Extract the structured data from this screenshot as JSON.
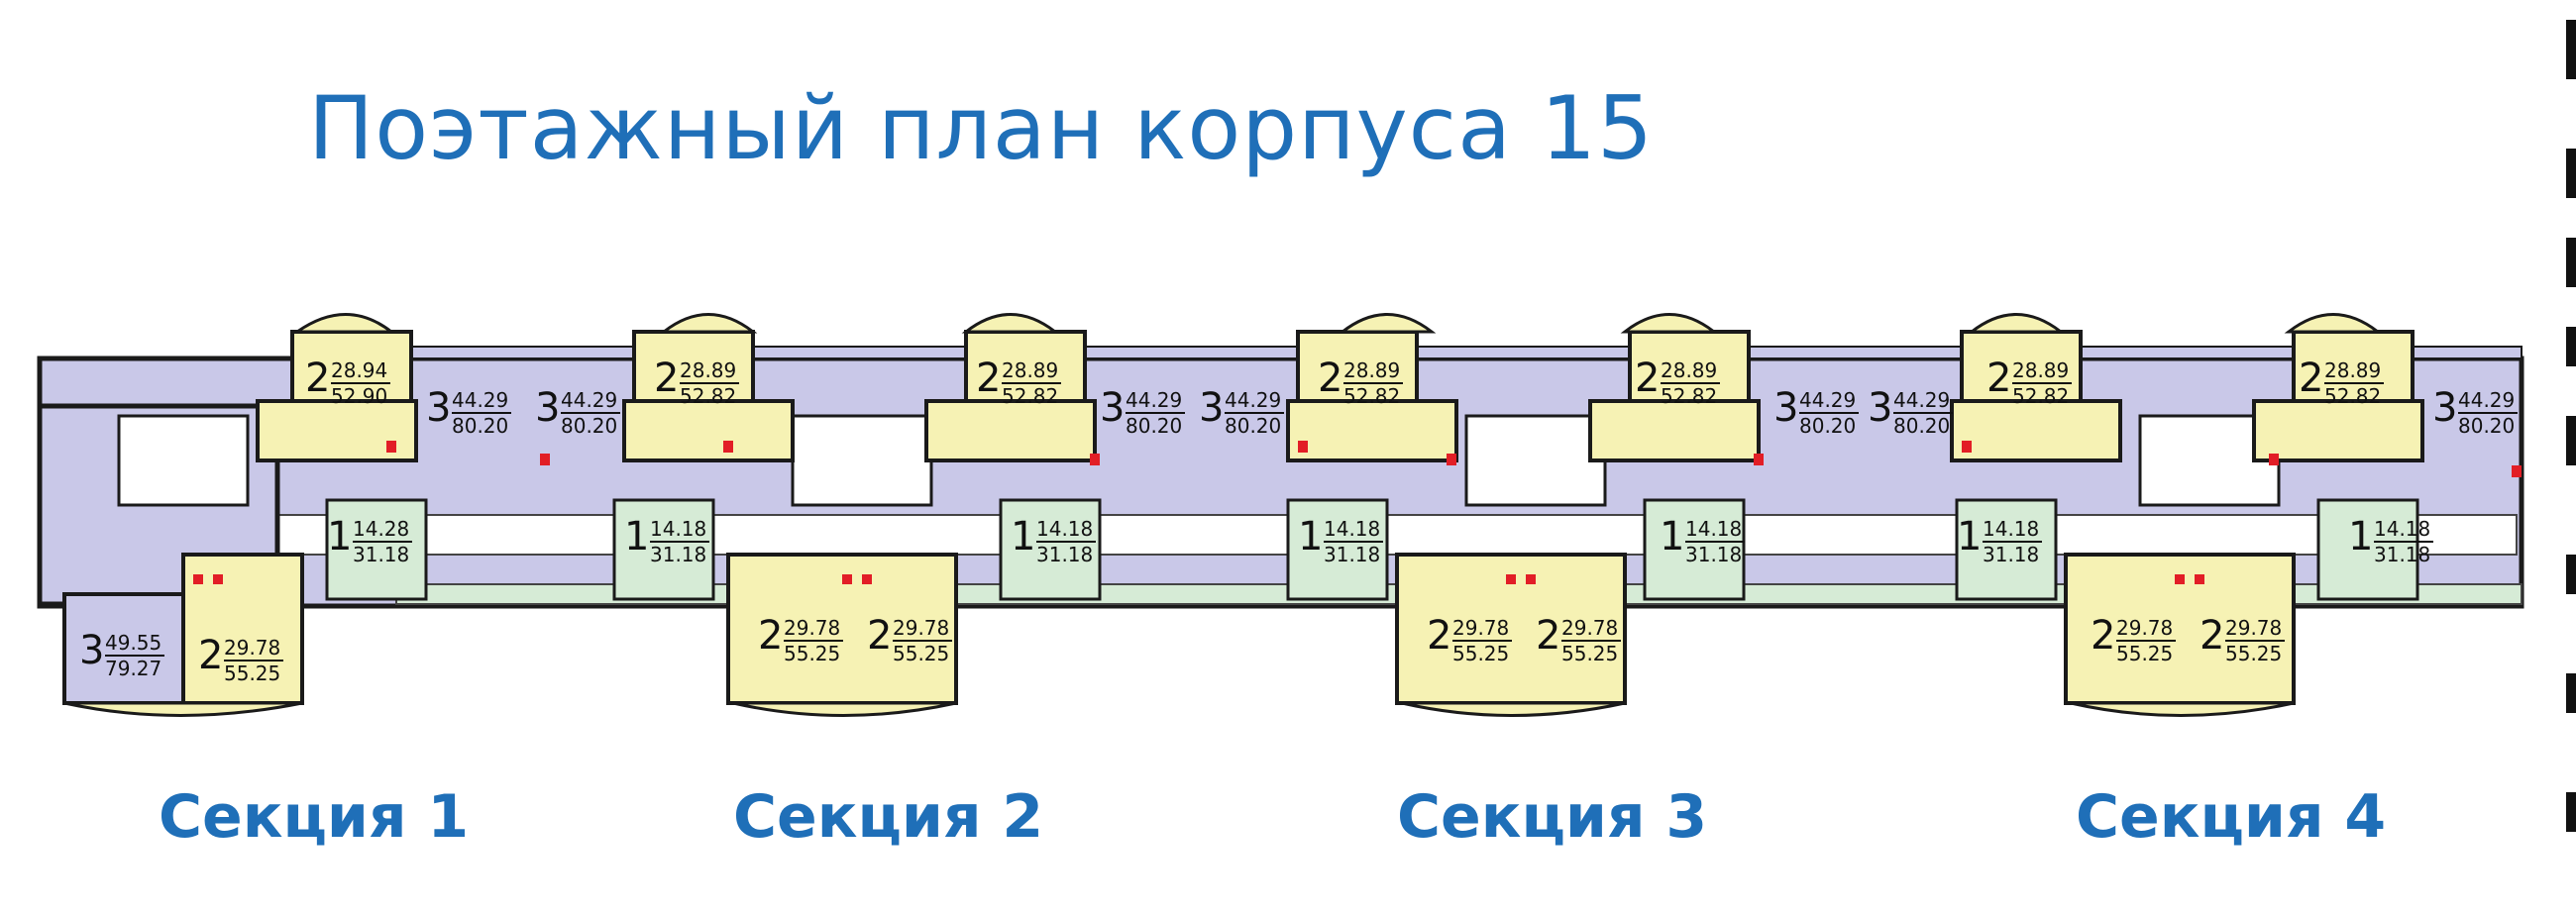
{
  "title": "Поэтажный план корпуса 15",
  "sections": [
    {
      "label": "Секция 1"
    },
    {
      "label": "Секция 2"
    },
    {
      "label": "Секция 3"
    },
    {
      "label": "Секция 4"
    }
  ],
  "colors": {
    "title": "#1f6fb8",
    "yellow_apartment": "#f6f2b4",
    "purple_apartment": "#c9c8e8",
    "green_apartment": "#d6ebd6",
    "walls": "#1a1a1a",
    "accent_red": "#e21e26"
  },
  "apartments": [
    {
      "id": "a1",
      "rooms": "2",
      "area_living": "28.94",
      "area_total": "52.90"
    },
    {
      "id": "a2",
      "rooms": "3",
      "area_living": "44.29",
      "area_total": "80.20"
    },
    {
      "id": "a3",
      "rooms": "3",
      "area_living": "44.29",
      "area_total": "80.20"
    },
    {
      "id": "a4",
      "rooms": "2",
      "area_living": "28.89",
      "area_total": "52.82"
    },
    {
      "id": "a5",
      "rooms": "2",
      "area_living": "28.89",
      "area_total": "52.82"
    },
    {
      "id": "a6",
      "rooms": "3",
      "area_living": "44.29",
      "area_total": "80.20"
    },
    {
      "id": "a7",
      "rooms": "3",
      "area_living": "44.29",
      "area_total": "80.20"
    },
    {
      "id": "a8",
      "rooms": "2",
      "area_living": "28.89",
      "area_total": "52.82"
    },
    {
      "id": "a9",
      "rooms": "2",
      "area_living": "28.89",
      "area_total": "52.82"
    },
    {
      "id": "a10",
      "rooms": "3",
      "area_living": "44.29",
      "area_total": "80.20"
    },
    {
      "id": "a11",
      "rooms": "3",
      "area_living": "44.29",
      "area_total": "80.20"
    },
    {
      "id": "a12",
      "rooms": "2",
      "area_living": "28.89",
      "area_total": "52.82"
    },
    {
      "id": "a13",
      "rooms": "2",
      "area_living": "28.89",
      "area_total": "52.82"
    },
    {
      "id": "a14",
      "rooms": "3",
      "area_living": "44.29",
      "area_total": "80.20"
    },
    {
      "id": "b1",
      "rooms": "1",
      "area_living": "14.28",
      "area_total": "31.18"
    },
    {
      "id": "b2",
      "rooms": "1",
      "area_living": "14.18",
      "area_total": "31.18"
    },
    {
      "id": "b3",
      "rooms": "1",
      "area_living": "14.18",
      "area_total": "31.18"
    },
    {
      "id": "b4",
      "rooms": "1",
      "area_living": "14.18",
      "area_total": "31.18"
    },
    {
      "id": "b5",
      "rooms": "1",
      "area_living": "14.18",
      "area_total": "31.18"
    },
    {
      "id": "b6",
      "rooms": "1",
      "area_living": "14.18",
      "area_total": "31.18"
    },
    {
      "id": "b7",
      "rooms": "1",
      "area_living": "14.18",
      "area_total": "31.18"
    },
    {
      "id": "c1",
      "rooms": "3",
      "area_living": "49.55",
      "area_total": "79.27"
    },
    {
      "id": "c2",
      "rooms": "2",
      "area_living": "29.78",
      "area_total": "55.25"
    },
    {
      "id": "c3",
      "rooms": "2",
      "area_living": "29.78",
      "area_total": "55.25"
    },
    {
      "id": "c4",
      "rooms": "2",
      "area_living": "29.78",
      "area_total": "55.25"
    },
    {
      "id": "c5",
      "rooms": "2",
      "area_living": "29.78",
      "area_total": "55.25"
    },
    {
      "id": "c6",
      "rooms": "2",
      "area_living": "29.78",
      "area_total": "55.25"
    },
    {
      "id": "c7",
      "rooms": "2",
      "area_living": "29.78",
      "area_total": "55.25"
    },
    {
      "id": "c8",
      "rooms": "2",
      "area_living": "29.78",
      "area_total": "55.25"
    }
  ]
}
